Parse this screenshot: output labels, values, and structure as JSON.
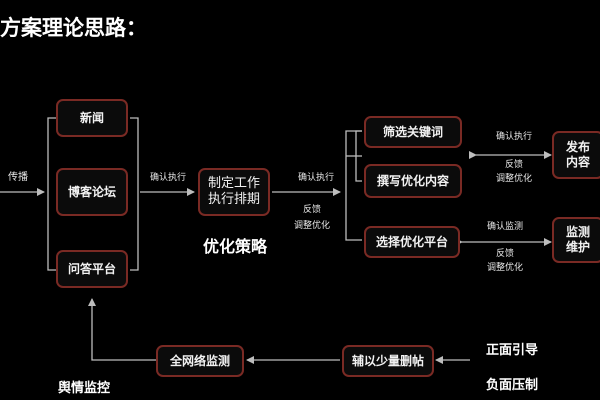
{
  "title": "方案理论思路：",
  "nodes": {
    "news": "新闻",
    "forum": "博客论坛",
    "qa": "问答平台",
    "plan": "制定工作\n执行排期",
    "keywords": "筛选关键词",
    "write": "撰写优化内容",
    "platform": "选择优化平台",
    "publish": "发布\n内容",
    "monitor_maint": "监测\n维护",
    "monitor_net": "全网络监测",
    "delete": "辅以少量删帖"
  },
  "labels": {
    "spread": "传播",
    "confirm1": "确认执行",
    "confirm2": "确认执行",
    "feedback1": "反馈",
    "adjust1": "调整优化",
    "confirm3": "确认执行",
    "feedback2": "反馈",
    "adjust2": "调整优化",
    "confirm_monitor": "确认监测",
    "feedback3": "反馈",
    "adjust3": "调整优化"
  },
  "section_labels": {
    "strategy": "优化策略",
    "sentiment": "舆情监控",
    "positive": "正面引导",
    "negative": "负面压制"
  },
  "colors": {
    "background": "#000000",
    "box_border": "#7a2a24",
    "line": "#bdbdbd",
    "text": "#ffffff"
  }
}
